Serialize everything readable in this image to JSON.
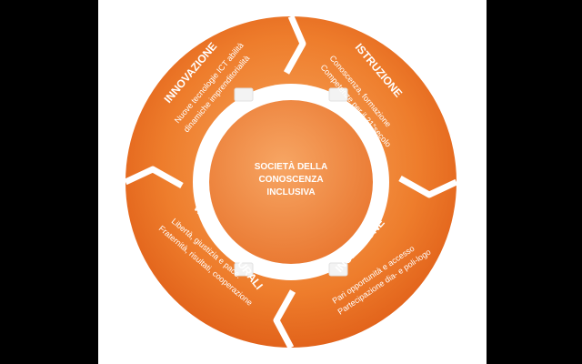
{
  "center": {
    "line1": "SOCIETÀ DELLA",
    "line2": "CONOSCENZA",
    "line3": "INCLUSIVA"
  },
  "segments": [
    {
      "key": "innovazione",
      "title": "INNOVAZIONE",
      "line1": "Nuove tecnologie ICT abilità",
      "line2": "dinamiche imprenditorialità"
    },
    {
      "key": "istruzione",
      "title": "ISTRUZIONE",
      "line1": "Conoscenza, formazione",
      "line2": "Competenze per il 21°secolo"
    },
    {
      "key": "inclusione",
      "title": "INCLUSIONE",
      "line1": "Pari opportunità e accesso",
      "line2": "Partecipazione dia- e poli-logo"
    },
    {
      "key": "valori",
      "title": "VALORI CULTURALI",
      "line1": "Libertà, giustizia e pace.",
      "line2": "Fraternità, risultati, cooperazione"
    }
  ],
  "colors": {
    "background": "#000000",
    "panel": "#ffffff",
    "orange_light": "#f39a4c",
    "orange_dark": "#e2631b",
    "divider": "#ffffff",
    "text": "#ffffff"
  }
}
